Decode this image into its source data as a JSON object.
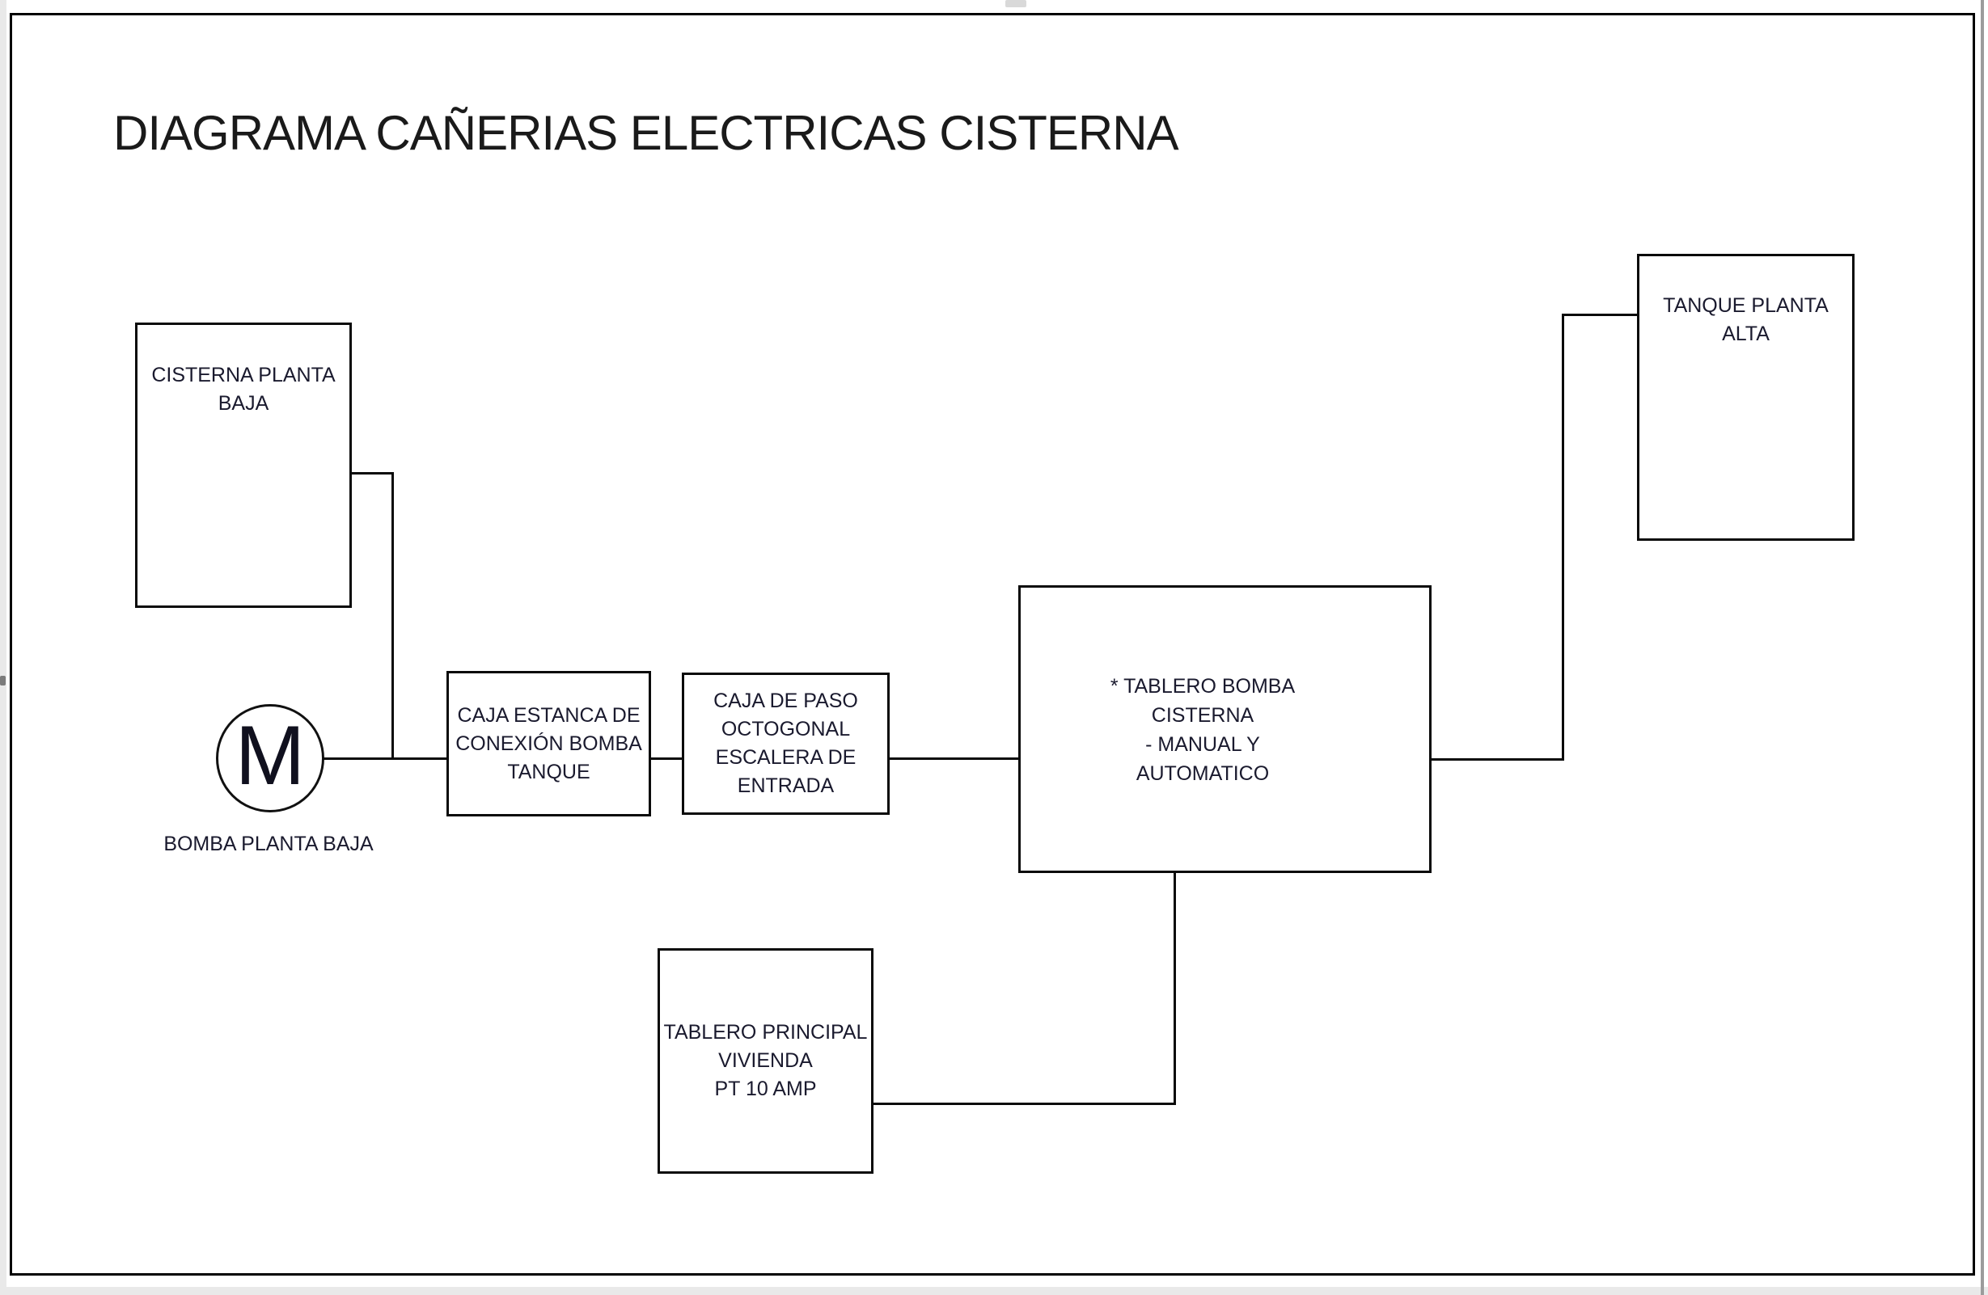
{
  "diagram": {
    "title": "DIAGRAMA CAÑERIAS ELECTRICAS CISTERNA",
    "boxes": {
      "cisterna": {
        "line1": "CISTERNA PLANTA",
        "line2": "BAJA"
      },
      "caja_estanca": {
        "line1": "CAJA ESTANCA DE",
        "line2": "CONEXIÓN BOMBA",
        "line3": "TANQUE"
      },
      "caja_paso": {
        "line1": "CAJA DE PASO",
        "line2": "OCTOGONAL",
        "line3": "ESCALERA DE",
        "line4": "ENTRADA"
      },
      "tablero_bomba": {
        "line1": "* TABLERO BOMBA",
        "line2": "CISTERNA",
        "line3": "- MANUAL Y",
        "line4": "AUTOMATICO"
      },
      "tanque": {
        "line1": "TANQUE PLANTA",
        "line2": "ALTA"
      },
      "tablero_principal": {
        "line1": "TABLERO PRINCIPAL",
        "line2": "VIVIENDA",
        "line3": "PT 10 AMP"
      }
    },
    "motor": {
      "symbol": "M",
      "label": "BOMBA PLANTA BAJA"
    },
    "colors": {
      "line": "#0a0a0a",
      "text": "#1a1a2e",
      "page_edge": "#e9e9e9"
    }
  }
}
